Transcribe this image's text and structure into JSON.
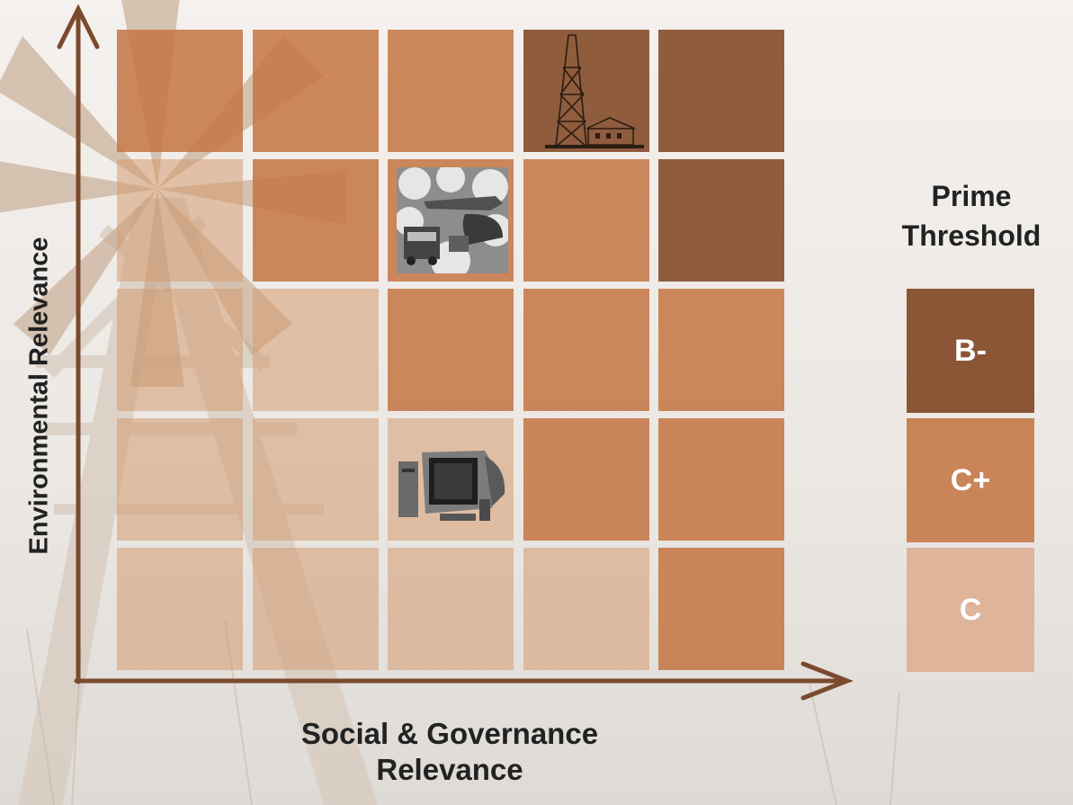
{
  "axes": {
    "y_label": "Environmental Relevance",
    "x_label_line1": "Social & Governance",
    "x_label_line2": "Relevance"
  },
  "matrix": {
    "rows": [
      [
        "C+",
        "C+",
        "C+",
        "B-",
        "B-"
      ],
      [
        "C",
        "C+",
        "C+",
        "C+",
        "B-"
      ],
      [
        "C",
        "C",
        "C+",
        "C+",
        "C+"
      ],
      [
        "C",
        "C",
        "C",
        "C+",
        "C+"
      ],
      [
        "C",
        "C",
        "C",
        "C",
        "C+"
      ]
    ]
  },
  "legend": {
    "title_line1": "Prime",
    "title_line2": "Threshold",
    "items": [
      {
        "label": "B-",
        "color": "#8b5636"
      },
      {
        "label": "C+",
        "color": "#c98458"
      },
      {
        "label": "C",
        "color": "#deb49b"
      }
    ]
  },
  "colors": {
    "axis": "#7a4a2e",
    "B-": "#8b5636",
    "C+": "#c98458",
    "C": "#deb49b"
  },
  "icons": [
    "oil-derrick-icon",
    "transport-vehicles-icon",
    "desktop-computer-icon",
    "windmill-background"
  ]
}
